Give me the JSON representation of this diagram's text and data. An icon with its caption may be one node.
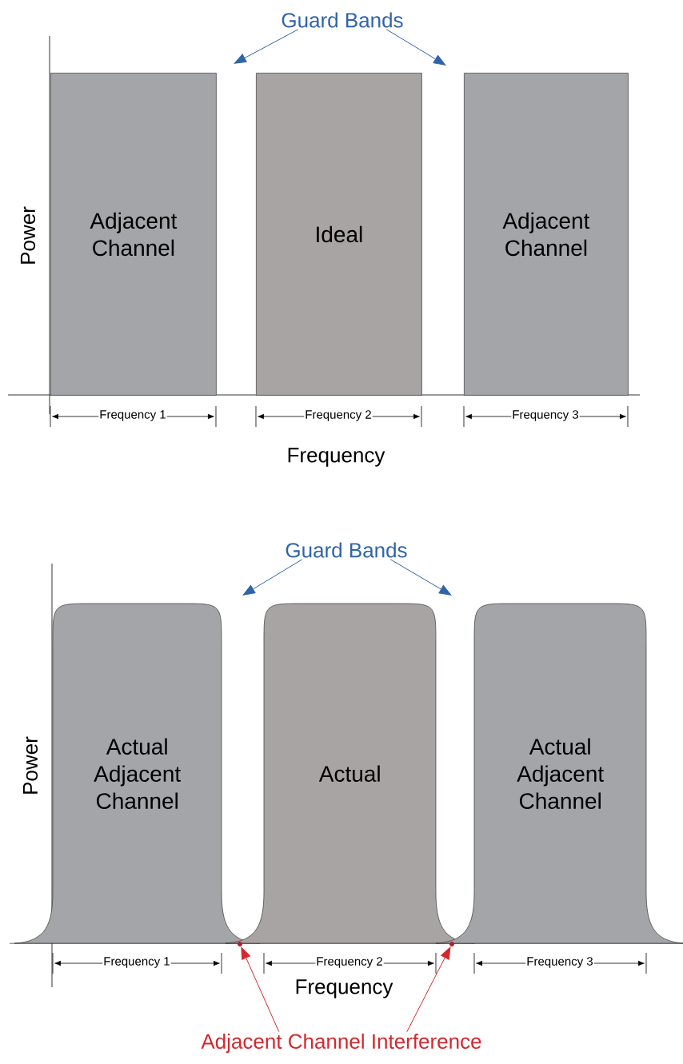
{
  "diagram": {
    "nodes": [
      {
        "text": [
          "Guard Bands"
        ]
      },
      {
        "text": [
          "Adjacent Channel"
        ]
      },
      {
        "text": [
          "Ideal"
        ]
      },
      {
        "text": [
          "Adjacent Channel"
        ]
      },
      {
        "text": [
          "Guard Bands"
        ]
      },
      {
        "text": [
          "Actual Adjacent Channel"
        ]
      },
      {
        "text": [
          "Actual"
        ]
      },
      {
        "text": [
          "Actual Adjacent Channel"
        ]
      },
      {
        "text": [
          "Adjacent Channel Interference"
        ]
      },
      {
        "text": [],
        "shape": "circle"
      },
      {
        "text": [],
        "shape": "circle"
      }
    ],
    "edges": [
      {
        "from": 0,
        "to": null,
        "arrow": "to"
      },
      {
        "from": 0,
        "to": null,
        "arrow": "to"
      },
      {
        "from": 4,
        "to": null,
        "arrow": "to"
      },
      {
        "from": 4,
        "to": null,
        "arrow": "to"
      },
      {
        "from": 8,
        "to": 9,
        "arrow": "to",
        "color": "#d4282e"
      },
      {
        "from": 8,
        "to": 10,
        "arrow": "to",
        "color": "#d4282e"
      }
    ],
    "labels": [
      "Power",
      "Frequency 1",
      "Frequency 2",
      "Frequency 3",
      "Frequency",
      "Power",
      "Frequency 1",
      "Frequency 2",
      "Frequency 3",
      "Frequency"
    ]
  }
}
